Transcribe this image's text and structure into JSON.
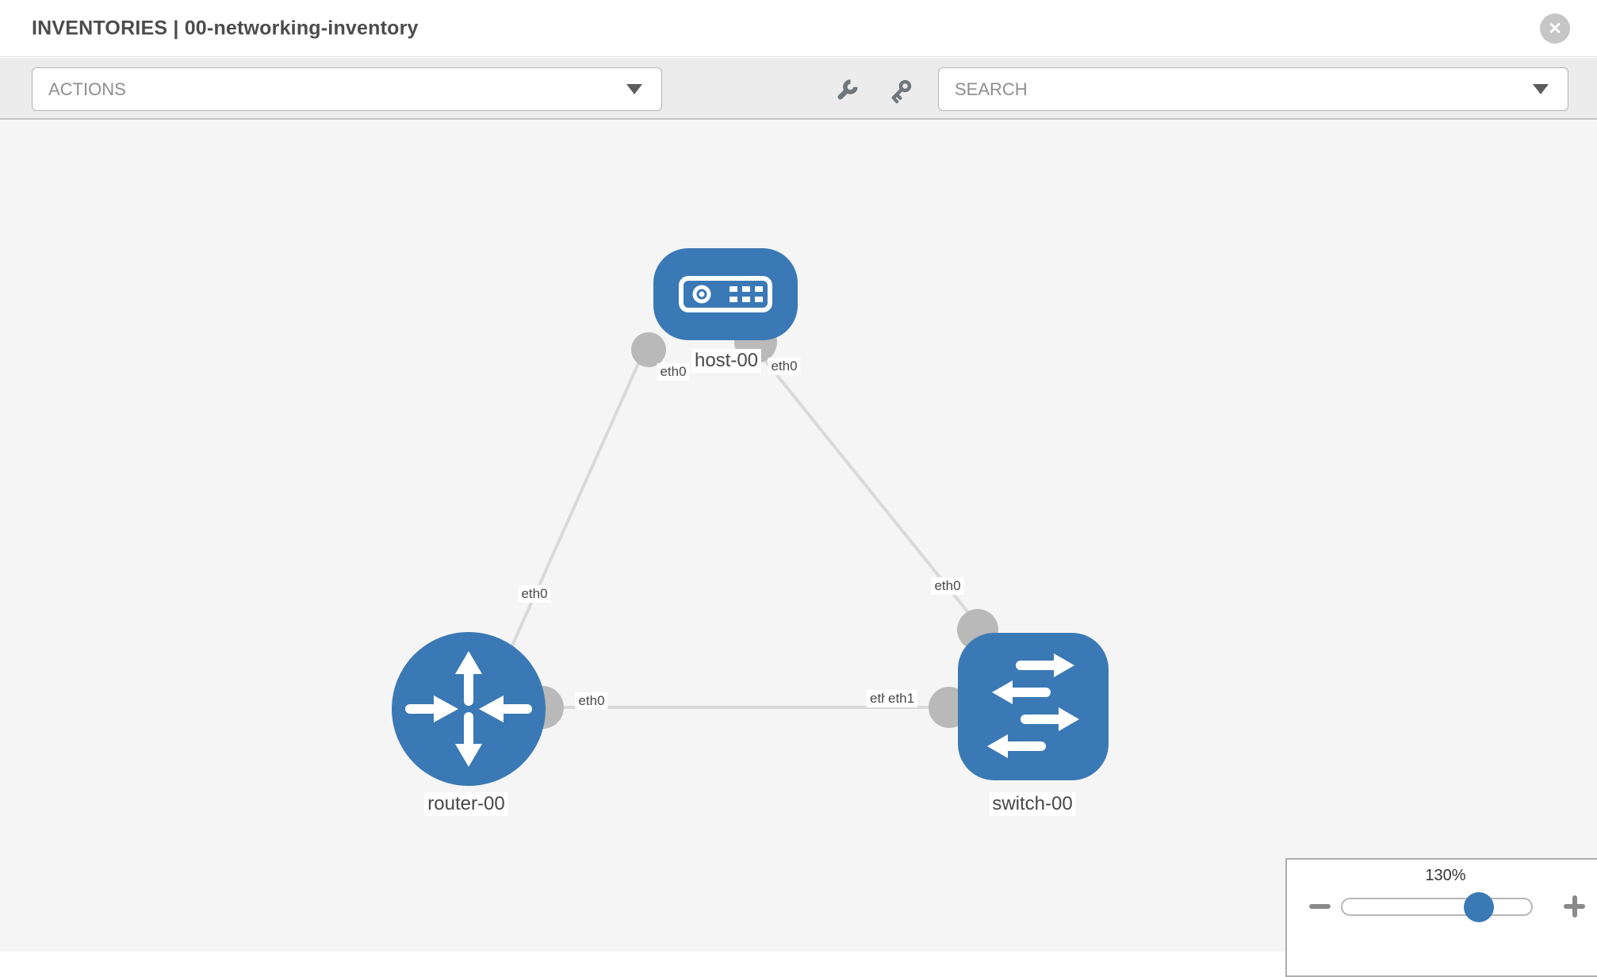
{
  "header": {
    "title": "INVENTORIES | 00-networking-inventory"
  },
  "icons": {
    "close": "✕",
    "toolbar": [
      "wrench-icon",
      "key-icon"
    ],
    "dropdown_caret": "chevron-down"
  },
  "toolbar": {
    "actions_label": "ACTIONS",
    "search_label": "SEARCH"
  },
  "topology": {
    "nodes": [
      {
        "key": "host",
        "label": "host-00",
        "shape": "rounded-rect",
        "icon": "server-icon"
      },
      {
        "key": "router",
        "label": "router-00",
        "shape": "circle",
        "icon": "router-arrows-icon"
      },
      {
        "key": "switch",
        "label": "switch-00",
        "shape": "rounded-square",
        "icon": "switch-arrows-icon"
      }
    ],
    "interfaces": {
      "host_to_router": "eth0",
      "host_to_switch": "eth0",
      "router_to_host": "eth0",
      "switch_to_host": "eth0",
      "router_to_switch": "eth0",
      "switch_to_router_under": "eth0",
      "switch_to_router": "eth1"
    },
    "links": [
      {
        "from": "host-00",
        "to": "router-00"
      },
      {
        "from": "host-00",
        "to": "switch-00"
      },
      {
        "from": "router-00",
        "to": "switch-00"
      }
    ]
  },
  "zoom": {
    "level": "130%"
  },
  "colors": {
    "node_blue": "#3a79b5",
    "link_gray": "#d9d9d9",
    "connector_gray": "#b9b9b9",
    "toolbar_bg": "#ececec",
    "canvas_bg": "#f5f5f5"
  }
}
